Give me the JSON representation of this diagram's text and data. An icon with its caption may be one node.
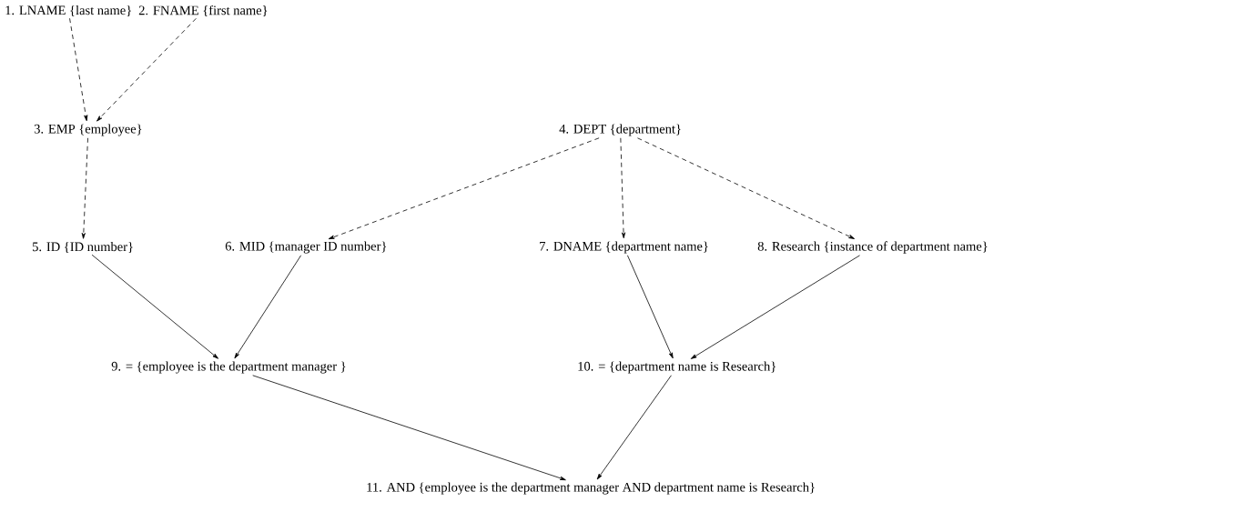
{
  "diagram": {
    "nodes": [
      {
        "text": [
          "1. LNAME {last name}"
        ]
      },
      {
        "text": [
          "2. FNAME {first name}"
        ]
      },
      {
        "text": [
          "3. EMP {employee}"
        ]
      },
      {
        "text": [
          "4. DEPT {department}"
        ]
      },
      {
        "text": [
          "5. ID {ID number}"
        ]
      },
      {
        "text": [
          "6. MID {manager ID number}"
        ]
      },
      {
        "text": [
          "7. DNAME {department name}"
        ]
      },
      {
        "text": [
          "8. Research {instance of department name}"
        ]
      },
      {
        "text": [
          "9. = {employee is the department manager }"
        ]
      },
      {
        "text": [
          "10. = {department name is Research}"
        ]
      },
      {
        "text": [
          "11. AND {employee is the department manager AND department name is Research}"
        ]
      }
    ],
    "edges": [
      {
        "from": 0,
        "to": 2,
        "arrow": "to",
        "style": "dashed"
      },
      {
        "from": 1,
        "to": 2,
        "arrow": "to",
        "style": "dashed"
      },
      {
        "from": 2,
        "to": 4,
        "arrow": "to",
        "style": "dashed"
      },
      {
        "from": 3,
        "to": 5,
        "arrow": "to",
        "style": "dashed"
      },
      {
        "from": 3,
        "to": 6,
        "arrow": "to",
        "style": "dashed"
      },
      {
        "from": 3,
        "to": 7,
        "arrow": "to",
        "style": "dashed"
      },
      {
        "from": 4,
        "to": 8,
        "arrow": "to"
      },
      {
        "from": 5,
        "to": 8,
        "arrow": "to"
      },
      {
        "from": 6,
        "to": 9,
        "arrow": "to"
      },
      {
        "from": 7,
        "to": 9,
        "arrow": "to"
      },
      {
        "from": 8,
        "to": 10,
        "arrow": "to"
      },
      {
        "from": 9,
        "to": 10,
        "arrow": "to"
      }
    ]
  }
}
